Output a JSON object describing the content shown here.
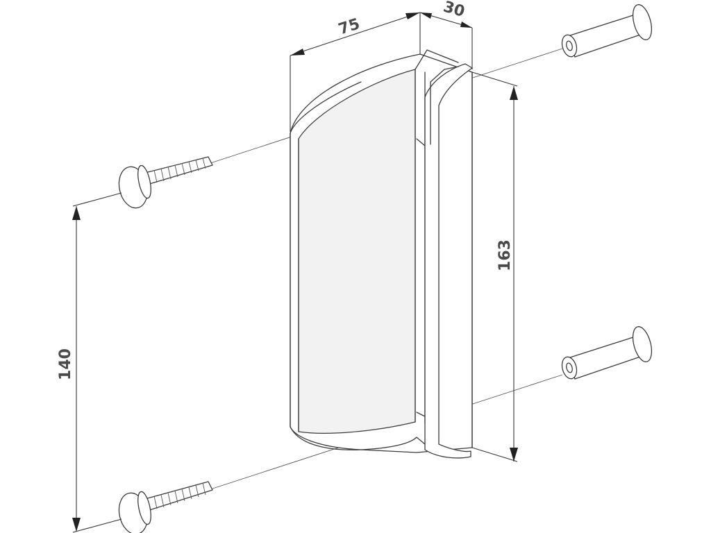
{
  "dimensions": {
    "width": "75",
    "depth": "30",
    "height": "163",
    "hole_spacing": "140"
  }
}
